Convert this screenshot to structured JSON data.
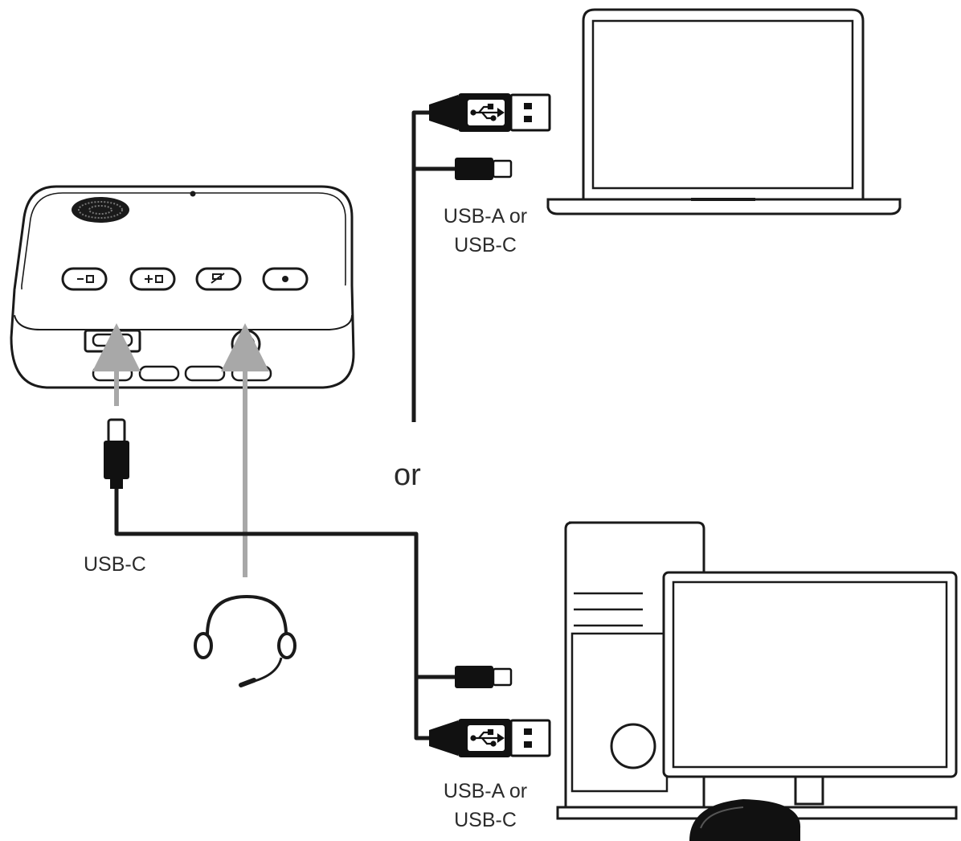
{
  "labels": {
    "laptop_cable_line1": "USB-A or",
    "laptop_cable_line2": "USB-C",
    "or": "or",
    "device_cable": "USB-C",
    "desktop_cable_line1": "USB-A or",
    "desktop_cable_line2": "USB-C"
  },
  "colors": {
    "line": "#1a1a1a",
    "cable": "#1a1a1a",
    "arrow": "#a8a8a8",
    "connector_fill": "#111111",
    "background": "#ffffff"
  },
  "icons": {
    "speakerphone": "speakerphone-hub",
    "laptop": "laptop",
    "desktop": "desktop-tower-and-monitor",
    "headset": "headset",
    "mouse": "mouse",
    "usb_a_plug": "usb-a-plug",
    "usb_c_plug": "usb-c-plug",
    "usb_symbol": "usb-trident-icon"
  }
}
